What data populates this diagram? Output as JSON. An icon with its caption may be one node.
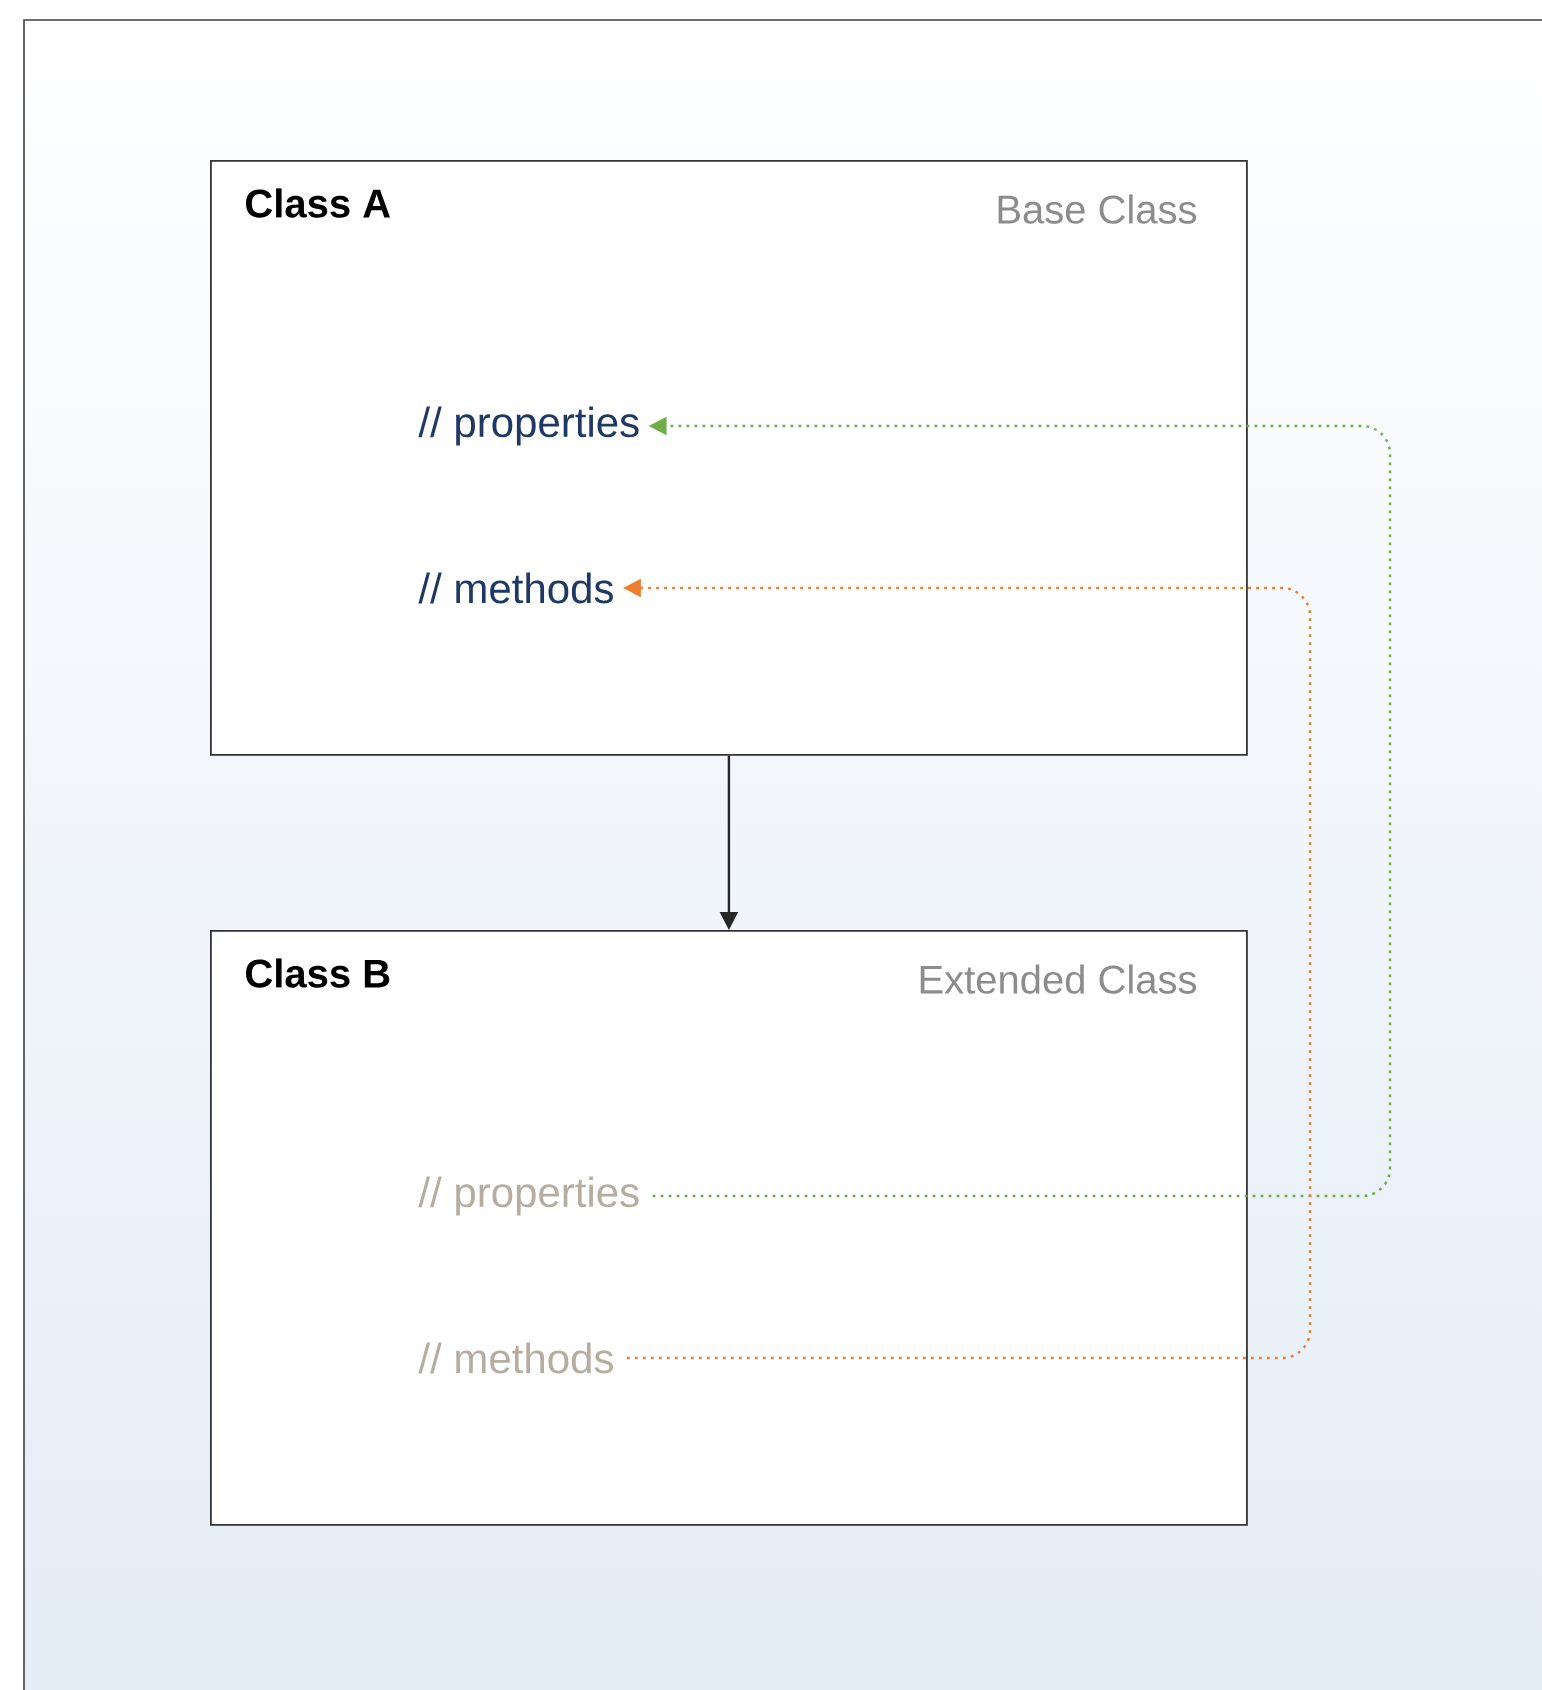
{
  "diagram": {
    "nodes": [
      {
        "text": [
          "Class A",
          "Base Class"
        ]
      },
      {
        "text": [
          "// properties"
        ],
        "in": 0
      },
      {
        "text": [
          "// methods"
        ],
        "in": 0
      },
      {
        "text": [
          "Class B",
          "Extended Class"
        ]
      },
      {
        "text": [
          "// properties"
        ],
        "in": 3
      },
      {
        "text": [
          "// methods"
        ],
        "in": 3
      }
    ],
    "edges": [
      {
        "from": 0,
        "to": 3,
        "arrow": "to"
      },
      {
        "from": 4,
        "to": 1,
        "arrow": "to",
        "style": "dashed",
        "color": "#70ad47"
      },
      {
        "from": 5,
        "to": 2,
        "arrow": "to",
        "style": "dashed",
        "color": "#ed7d31"
      }
    ]
  }
}
